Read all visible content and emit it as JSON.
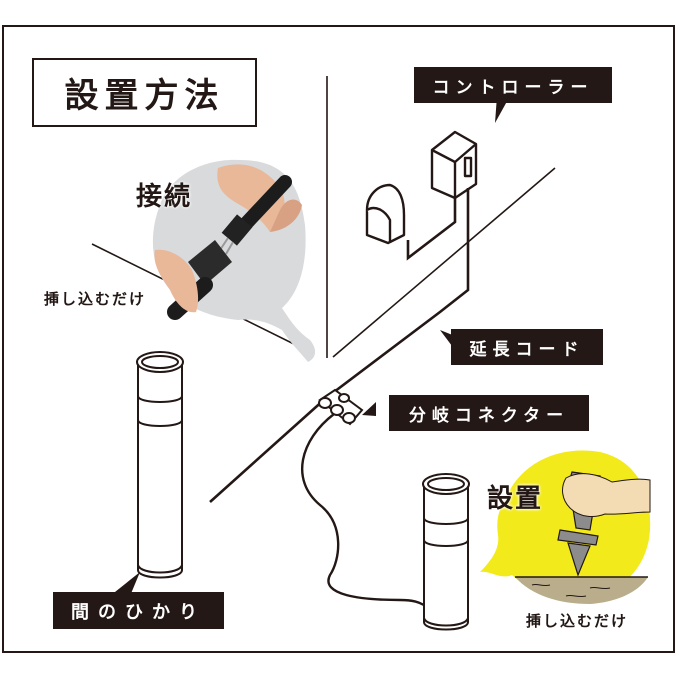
{
  "title": "設置方法",
  "labels": {
    "controller": "コントローラー",
    "extension_cord": "延長コード",
    "branch_connector": "分岐コネクター",
    "light": "間のひかり"
  },
  "insets": {
    "connect": {
      "heading": "接続",
      "caption": "挿し込むだけ",
      "background": "#d8dadc"
    },
    "install": {
      "heading": "設置",
      "caption": "挿し込むだけ",
      "background": "#f2ea1a",
      "ground": "#b9ad8c",
      "hand": "#f3dcb4",
      "stake": "#8c8c8c"
    }
  },
  "colors": {
    "ink": "#231815",
    "tag_bg": "#231815",
    "tag_text": "#ffffff"
  }
}
